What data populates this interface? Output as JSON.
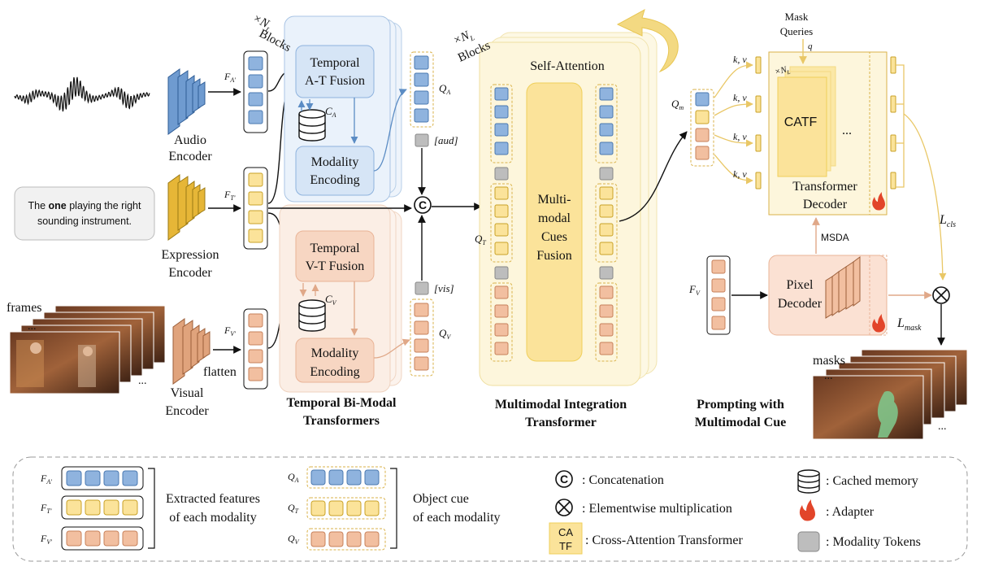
{
  "colors": {
    "audio_fill": "#8fb3de",
    "audio_stroke": "#4a78b0",
    "text_fill": "#fbe39a",
    "text_stroke": "#c9a227",
    "visual_fill": "#f2bfa0",
    "visual_stroke": "#c7805a",
    "token_gray": "#bdbdbd",
    "blue_panel": "#eaf2fb",
    "peach_panel": "#fbeee5",
    "yellow_panel": "#fdf6dc",
    "catf_fill": "#fbe8a6",
    "flame": "#e2452a"
  },
  "inputs": {
    "audio_encoder": [
      "Audio",
      "Encoder"
    ],
    "expression_encoder": [
      "Expression",
      "Encoder"
    ],
    "visual_encoder": [
      "Visual",
      "Encoder"
    ],
    "expression_text_bold": "one",
    "expression_text_pre": "The ",
    "expression_text_post": " playing the right",
    "expression_text_line2": "sounding instrument.",
    "frames_label": "frames",
    "flatten_label": "flatten",
    "feat_audio": "F",
    "feat_audio_sub": "A'",
    "feat_text": "F",
    "feat_text_sub": "T'",
    "feat_visual": "F",
    "feat_visual_sub": "V'",
    "ellipsis": "..."
  },
  "bimodal": {
    "blocks": "×N",
    "blocks_sub": "L",
    "blocks_word": "Blocks",
    "temporal_at": [
      "Temporal",
      "A-T Fusion"
    ],
    "temporal_vt": [
      "Temporal",
      "V-T Fusion"
    ],
    "modality_encoding": [
      "Modality",
      "Encoding"
    ],
    "cache_a": "C",
    "cache_a_sub": "A",
    "cache_v": "C",
    "cache_v_sub": "V",
    "q_a": "Q",
    "q_a_sub": "A",
    "q_v": "Q",
    "q_v_sub": "V",
    "aud_token": "[aud]",
    "vis_token": "[vis]",
    "concat_symbol": "C",
    "caption": [
      "Temporal Bi-Modal",
      "Transformers"
    ]
  },
  "integration": {
    "blocks": "×N",
    "blocks_sub": "L",
    "blocks_word": "Blocks",
    "self_attention": "Self-Attention",
    "fusion": [
      "Multi-",
      "modal",
      "Cues",
      "Fusion"
    ],
    "q_t": "Q",
    "q_t_sub": "T",
    "caption": [
      "Multimodal Integration",
      "Transformer"
    ]
  },
  "decoder": {
    "mask_queries": [
      "Mask",
      "Queries"
    ],
    "q_label": "q",
    "kv_labels": [
      "k, v",
      "k, v",
      "k, v",
      "k, v"
    ],
    "blocks": "×N",
    "blocks_sub": "L",
    "catf": "CATF",
    "catf_dots": "...",
    "transformer_decoder": [
      "Transformer",
      "Decoder"
    ],
    "msda": "MSDA",
    "q_m": "Q",
    "q_m_sub": "m",
    "pixel_decoder": [
      "Pixel",
      "Decoder"
    ],
    "f_v": "F",
    "f_v_sub": "V",
    "l_cls": "L",
    "l_cls_sub": "cls",
    "l_mask": "L",
    "l_mask_sub": "mask",
    "masks_label": "masks",
    "caption": [
      "Prompting with",
      "Multimodal Cue"
    ]
  },
  "legend": {
    "f_a": "F",
    "f_a_sub": "A'",
    "f_t": "F",
    "f_t_sub": "T'",
    "f_v": "F",
    "f_v_sub": "V'",
    "extracted": [
      "Extracted features",
      "of each modality"
    ],
    "q_a": "Q",
    "q_a_sub": "A",
    "q_t": "Q",
    "q_t_sub": "T",
    "q_v": "Q",
    "q_v_sub": "V",
    "object_cue": [
      "Object cue",
      "of each modality"
    ],
    "concat": ": Concatenation",
    "elementwise": ": Elementwise multiplication",
    "catf_box": [
      "CA",
      "TF"
    ],
    "catf_desc": ": Cross-Attention Transformer",
    "cached": ": Cached memory",
    "adapter": ": Adapter",
    "modality_tokens": ": Modality Tokens"
  }
}
